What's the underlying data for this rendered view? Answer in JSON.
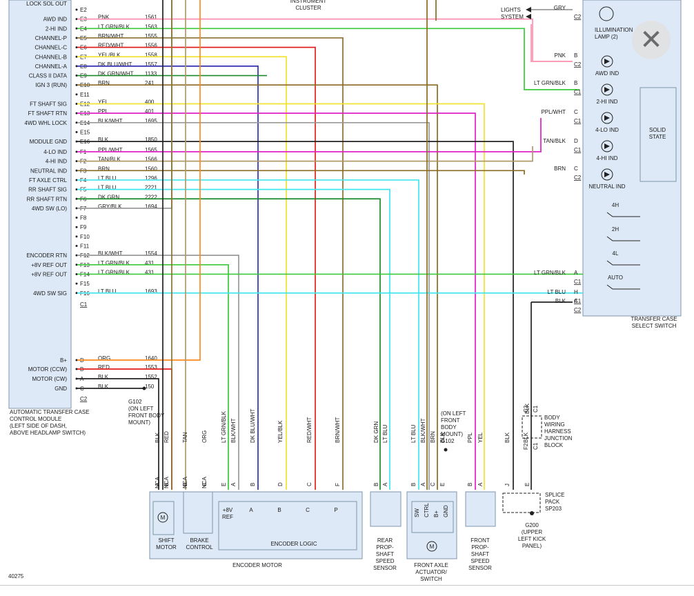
{
  "figure_id": "40275",
  "ecu": {
    "name_lines": [
      "AUTOMATIC TRANSFER CASE",
      "CONTROL MODULE",
      "(LEFT SIDE OF DASH,",
      "ABOVE HEADLAMP SWITCH)"
    ],
    "top_partial_label": "LOCK SOL OUT"
  },
  "pins": [
    {
      "func": "",
      "pin": "E2",
      "color_label": "",
      "circuit": ""
    },
    {
      "func": "AWD IND",
      "pin": "E3",
      "color_label": "PNK",
      "circuit": "1561"
    },
    {
      "func": "2-HI IND",
      "pin": "E4",
      "color_label": "LT GRN/BLK",
      "circuit": "1563"
    },
    {
      "func": "CHANNEL-P",
      "pin": "E5",
      "color_label": "BRN/WHT",
      "circuit": "1555"
    },
    {
      "func": "CHANNEL-C",
      "pin": "E6",
      "color_label": "RED/WHT",
      "circuit": "1556"
    },
    {
      "func": "CHANNEL-B",
      "pin": "E7",
      "color_label": "YEL/BLK",
      "circuit": "1558"
    },
    {
      "func": "CHANNEL-A",
      "pin": "E8",
      "color_label": "DK BLU/WHT",
      "circuit": "1557"
    },
    {
      "func": "CLASS II DATA",
      "pin": "E9",
      "color_label": "DK GRN/WHT",
      "circuit": "1133"
    },
    {
      "func": "IGN 3 (RUN)",
      "pin": "E10",
      "color_label": "BRN",
      "circuit": "241"
    },
    {
      "func": "",
      "pin": "E11",
      "color_label": "",
      "circuit": ""
    },
    {
      "func": "FT SHAFT SIG",
      "pin": "E12",
      "color_label": "YEL",
      "circuit": "400"
    },
    {
      "func": "FT SHAFT RTN",
      "pin": "E13",
      "color_label": "PPL",
      "circuit": "401"
    },
    {
      "func": "4WD WHL LOCK",
      "pin": "E14",
      "color_label": "BLK/WHT",
      "circuit": "1695"
    },
    {
      "func": "",
      "pin": "E15",
      "color_label": "",
      "circuit": ""
    },
    {
      "func": "MODULE GND",
      "pin": "E16",
      "color_label": "BLK",
      "circuit": "1850"
    },
    {
      "func": "4-LO IND",
      "pin": "F1",
      "color_label": "PPL/WHT",
      "circuit": "1565"
    },
    {
      "func": "4-HI IND",
      "pin": "F2",
      "color_label": "TAN/BLK",
      "circuit": "1566"
    },
    {
      "func": "NEUTRAL IND",
      "pin": "F3",
      "color_label": "BRN",
      "circuit": "1560"
    },
    {
      "func": "FT AXLE CTRL",
      "pin": "F4",
      "color_label": "LT BLU",
      "circuit": "1296"
    },
    {
      "func": "RR SHAFT SIG",
      "pin": "F5",
      "color_label": "LT BLU",
      "circuit": "2221"
    },
    {
      "func": "RR SHAFT RTN",
      "pin": "F6",
      "color_label": "DK GRN",
      "circuit": "2222"
    },
    {
      "func": "4WD SW (LO)",
      "pin": "F7",
      "color_label": "GRY/BLK",
      "circuit": "1694"
    },
    {
      "func": "",
      "pin": "F8",
      "color_label": "",
      "circuit": ""
    },
    {
      "func": "",
      "pin": "F9",
      "color_label": "",
      "circuit": ""
    },
    {
      "func": "",
      "pin": "F10",
      "color_label": "",
      "circuit": ""
    },
    {
      "func": "",
      "pin": "F11",
      "color_label": "",
      "circuit": ""
    },
    {
      "func": "ENCODER RTN",
      "pin": "F12",
      "color_label": "BLK/WHT",
      "circuit": "1554"
    },
    {
      "func": "+8V REF OUT",
      "pin": "F13",
      "color_label": "LT GRN/BLK",
      "circuit": "431"
    },
    {
      "func": "+8V REF OUT",
      "pin": "F14",
      "color_label": "LT GRN/BLK",
      "circuit": "431"
    },
    {
      "func": "",
      "pin": "F15",
      "color_label": "",
      "circuit": ""
    },
    {
      "func": "4WD SW SIG",
      "pin": "F16",
      "color_label": "LT BLU",
      "circuit": "1693"
    },
    {
      "func": "",
      "pin": "C1",
      "color_label": "",
      "circuit": ""
    },
    {
      "func": "B+",
      "pin": "D",
      "color_label": "ORG",
      "circuit": "1640"
    },
    {
      "func": "MOTOR (CCW)",
      "pin": "B",
      "color_label": "RED",
      "circuit": "1553"
    },
    {
      "func": "MOTOR (CW)",
      "pin": "A",
      "color_label": "BLK",
      "circuit": "1552"
    },
    {
      "func": "GND",
      "pin": "C",
      "color_label": "BLK",
      "circuit": "150"
    },
    {
      "func": "",
      "pin": "C2",
      "color_label": "",
      "circuit": ""
    }
  ],
  "top_labels": {
    "cluster": [
      "INSTRUMENT",
      "CLUSTER"
    ],
    "lights": [
      "LIGHTS",
      "SYSTEM"
    ]
  },
  "switch": {
    "name_lines": [
      "TRANSFER CASE",
      "SELECT SWITCH"
    ],
    "solid_state": [
      "SOLID",
      "STATE"
    ],
    "illumination": [
      "ILLUMINATION",
      "LAMP (2)"
    ],
    "indicators": [
      "AWD IND",
      "2-HI IND",
      "4-LO IND",
      "4-HI IND",
      "NEUTRAL IND"
    ],
    "positions": [
      "4H",
      "2H",
      "4L",
      "AUTO"
    ],
    "wires": [
      {
        "color_label": "GRY",
        "pin": "",
        "conn": "C2"
      },
      {
        "color_label": "PNK",
        "pin": "B",
        "conn": "C2"
      },
      {
        "color_label": "LT GRN/BLK",
        "pin": "B",
        "conn": "C1"
      },
      {
        "color_label": "PPL/WHT",
        "pin": "C",
        "conn": "C1"
      },
      {
        "color_label": "TAN/BLK",
        "pin": "D",
        "conn": "C1"
      },
      {
        "color_label": "BRN",
        "pin": "C",
        "conn": "C2"
      },
      {
        "color_label": "LT GRN/BLK",
        "pin": "A",
        "conn": "C1"
      },
      {
        "color_label": "LT BLU",
        "pin": "H",
        "conn": "C1"
      },
      {
        "color_label": "BLK",
        "pin": "A",
        "conn": "C2"
      }
    ]
  },
  "bottom_wire_labels": [
    "BLK",
    "RED",
    "TAN",
    "ORG",
    "LT GRN/BLK",
    "BLK/WHT",
    "DK BLU/WHT",
    "YEL/BLK",
    "RED/WHT",
    "BRN/WHT",
    "DK GRN",
    "LT BLU",
    "LT BLU",
    "BLK/WHT",
    "BRN",
    "BLK",
    "PPL",
    "YEL",
    "BLK",
    "BLK",
    "BLK"
  ],
  "bottom_pin_labels": [
    "A",
    "B",
    "D",
    "C",
    "E",
    "A",
    "B",
    "D",
    "C",
    "F",
    "B",
    "A",
    "B",
    "A",
    "C",
    "E",
    "B",
    "A",
    "J",
    "E",
    "C2",
    "C1",
    "F2",
    "C1"
  ],
  "nca": "NCA",
  "components": {
    "shift_motor": [
      "SHIFT",
      "MOTOR"
    ],
    "brake_control": [
      "BRAKE",
      "CONTROL"
    ],
    "encoder_motor": "ENCODER MOTOR",
    "encoder_logic": "ENCODER LOGIC",
    "ref_8v": [
      "+8V",
      "REF"
    ],
    "channels": [
      "A",
      "B",
      "C",
      "P"
    ],
    "rear_sensor": [
      "REAR",
      "PROP-",
      "SHAFT",
      "SPEED",
      "SENSOR"
    ],
    "front_actuator": [
      "FRONT AXLE",
      "ACTUATOR/",
      "SWITCH"
    ],
    "actuator_pins": [
      "SW",
      "CTRL",
      "B+",
      "GND"
    ],
    "front_sensor": [
      "FRONT",
      "PROP-",
      "SHAFT",
      "SPEED",
      "SENSOR"
    ],
    "g102": [
      "G102",
      "(ON LEFT",
      "FRONT BODY",
      "MOUNT)"
    ],
    "g102_alt": [
      "(ON LEFT",
      "FRONT",
      "BODY",
      "MOUNT)",
      "G102"
    ],
    "junction": [
      "BODY",
      "WIRING",
      "HARNESS",
      "JUNCTION",
      "BLOCK"
    ],
    "splice": [
      "SPLICE",
      "PACK",
      "SP203"
    ],
    "g200": [
      "G200",
      "(UPPER",
      "LEFT KICK",
      "PANEL)"
    ],
    "motor_symbol": "M"
  },
  "wire_colors": {
    "LT_GRN_BLK": "#39c939",
    "PNK": "#ff8fb0",
    "BRN_WHT": "#8a7030",
    "RED_WHT": "#e02020",
    "YEL": "#f2e230",
    "DK_BLU": "#3030b0",
    "DK_GRN": "#1a8a2a",
    "BRN": "#8a6a20",
    "PPL": "#e020c8",
    "GRY": "#999999",
    "LT_BLU": "#40e6ee",
    "BLK": "#222222",
    "ORG": "#ff8a1a",
    "RED": "#e41a1a",
    "TAN": "#b0986a",
    "BG": "#dde9f6",
    "BOX": "#7e95ab"
  },
  "close_button": {
    "icon": "close-icon",
    "glyph": "✕"
  }
}
